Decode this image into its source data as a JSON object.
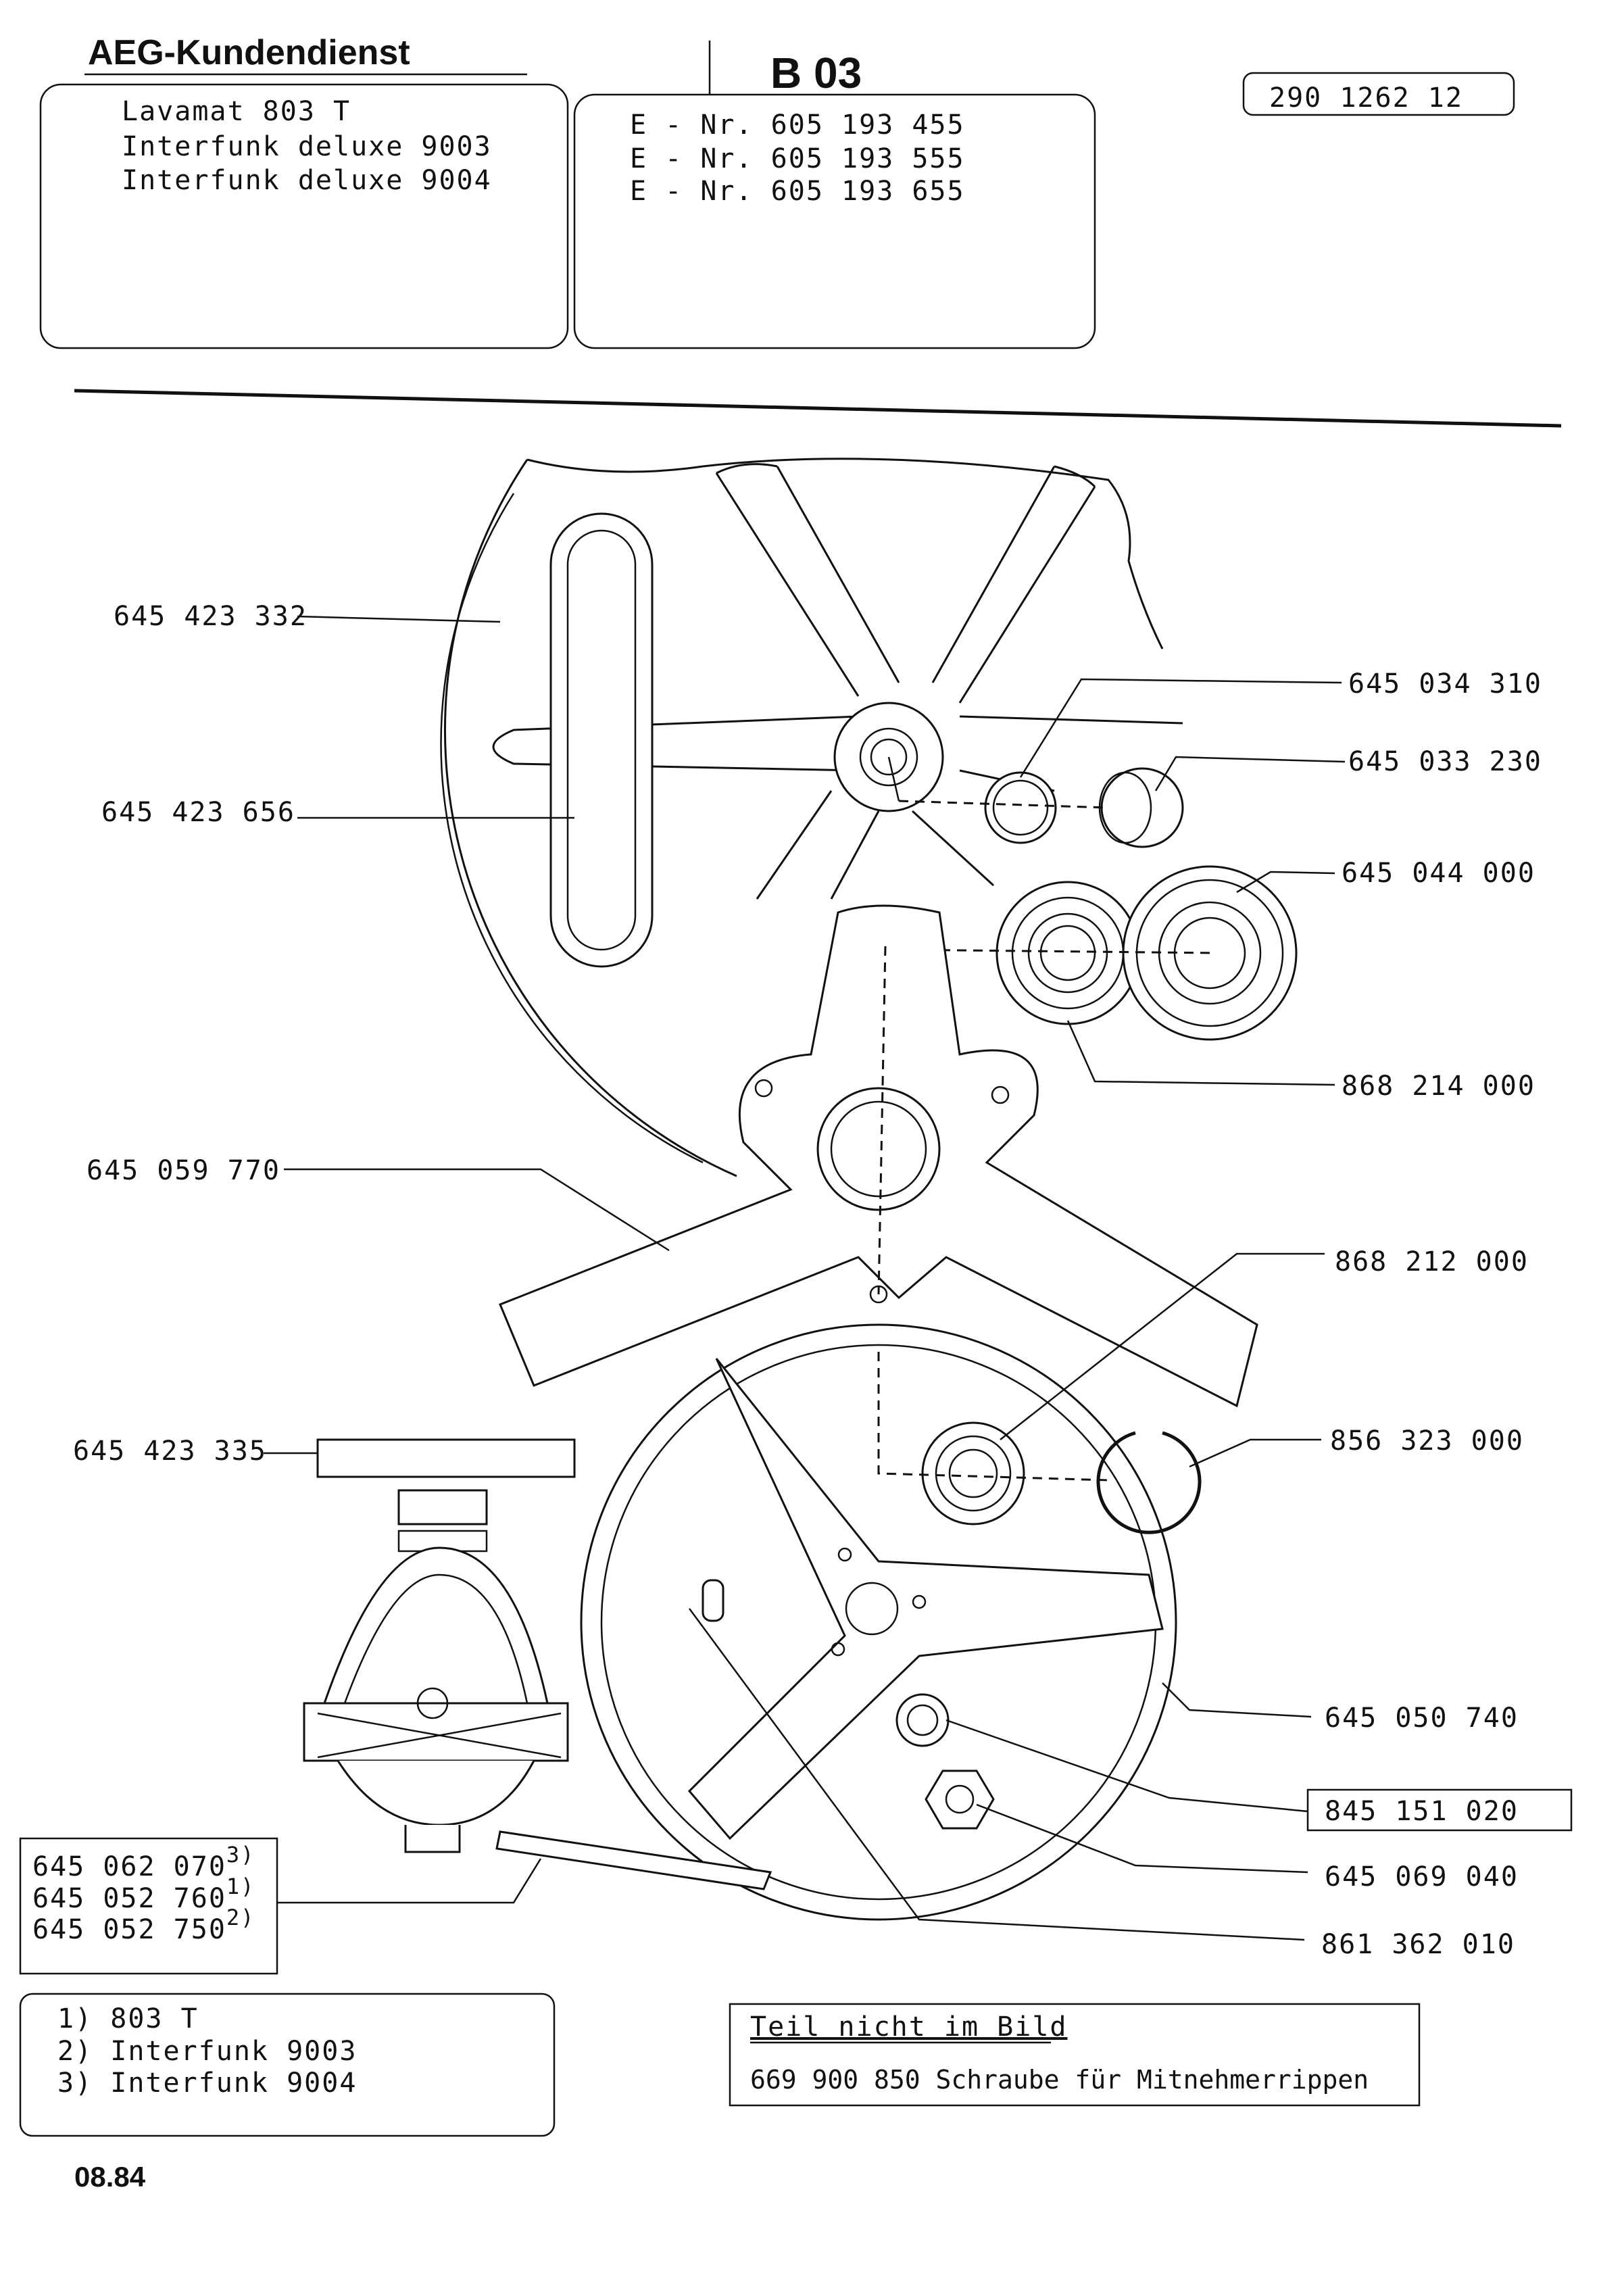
{
  "header": {
    "company": "AEG-Kundendienst",
    "sheet_code": "B 03",
    "doc_number": "290 1262 12",
    "models": [
      "Lavamat 803 T",
      "Interfunk deluxe 9003",
      "Interfunk deluxe 9004"
    ],
    "e_numbers": [
      "E - Nr. 605 193 455",
      "E - Nr. 605 193 555",
      "E - Nr. 605 193 655"
    ]
  },
  "callouts": {
    "p1": "645 423 332",
    "p2": "645 423 656",
    "p3": "645 034 310",
    "p4": "645 033 230",
    "p5": "645 044 000",
    "p6": "868 214 000",
    "p7": "645 059 770",
    "p8": "868 212 000",
    "p9": "645 423 335",
    "p10": "856 323 000",
    "p11": "645 050 740",
    "p12": "845 151 020",
    "p13": "645 069 040",
    "p14": "861 362 010"
  },
  "belt_parts": {
    "a": "645 062 070",
    "a_sup": "3)",
    "b": "645 052 760",
    "b_sup": "1)",
    "c": "645 052 750",
    "c_sup": "2)"
  },
  "footnotes": [
    "1) 803 T",
    "2) Interfunk 9003",
    "3) Interfunk 9004"
  ],
  "not_shown": {
    "title": "Teil nicht im Bild",
    "item": "669 900 850 Schraube für Mitnehmerrippen"
  },
  "date": "08.84"
}
